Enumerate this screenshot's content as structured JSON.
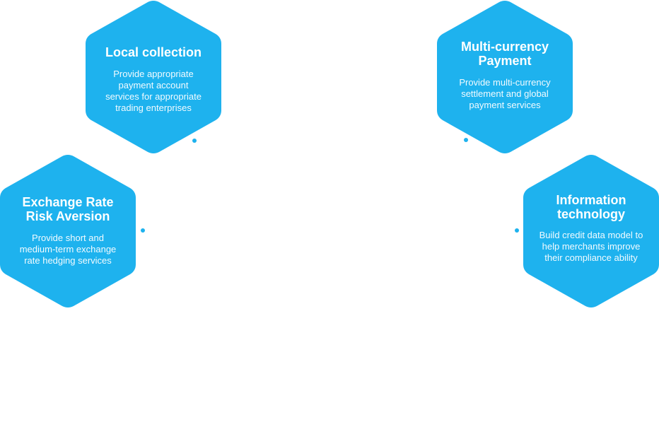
{
  "colors": {
    "hexagon_fill": "#1eb2ee",
    "text": "#ffffff",
    "connector_dot": "#1eb2ee"
  },
  "services": [
    {
      "title": "Local collection",
      "description": "Provide appropriate\npayment account\nservices for appropriate\ntrading enterprises"
    },
    {
      "title": "Multi-currency\nPayment",
      "description": "Provide multi-currency\nsettlement and global\npayment services"
    },
    {
      "title": "Exchange Rate\nRisk Aversion",
      "description": "Provide short and\nmedium-term exchange\nrate hedging services"
    },
    {
      "title": "Information\ntechnology",
      "description": "Build credit data model to\nhelp merchants improve\ntheir compliance ability"
    }
  ]
}
